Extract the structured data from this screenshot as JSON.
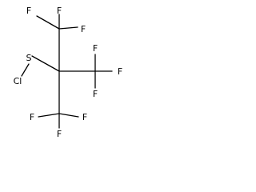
{
  "molecule": {
    "atoms": {
      "f_top_left": "F",
      "f_top_right_upper": "F",
      "f_top_right": "F",
      "f_right_upper": "F",
      "f_right": "F",
      "f_right_lower": "F",
      "f_bottom_left": "F",
      "f_bottom_right_lower": "F",
      "f_bottom_right": "F",
      "sulfur": "S",
      "chlorine": "Cl"
    },
    "colors": {
      "bond": "#000000",
      "label": "#000000",
      "background": "#ffffff"
    }
  }
}
